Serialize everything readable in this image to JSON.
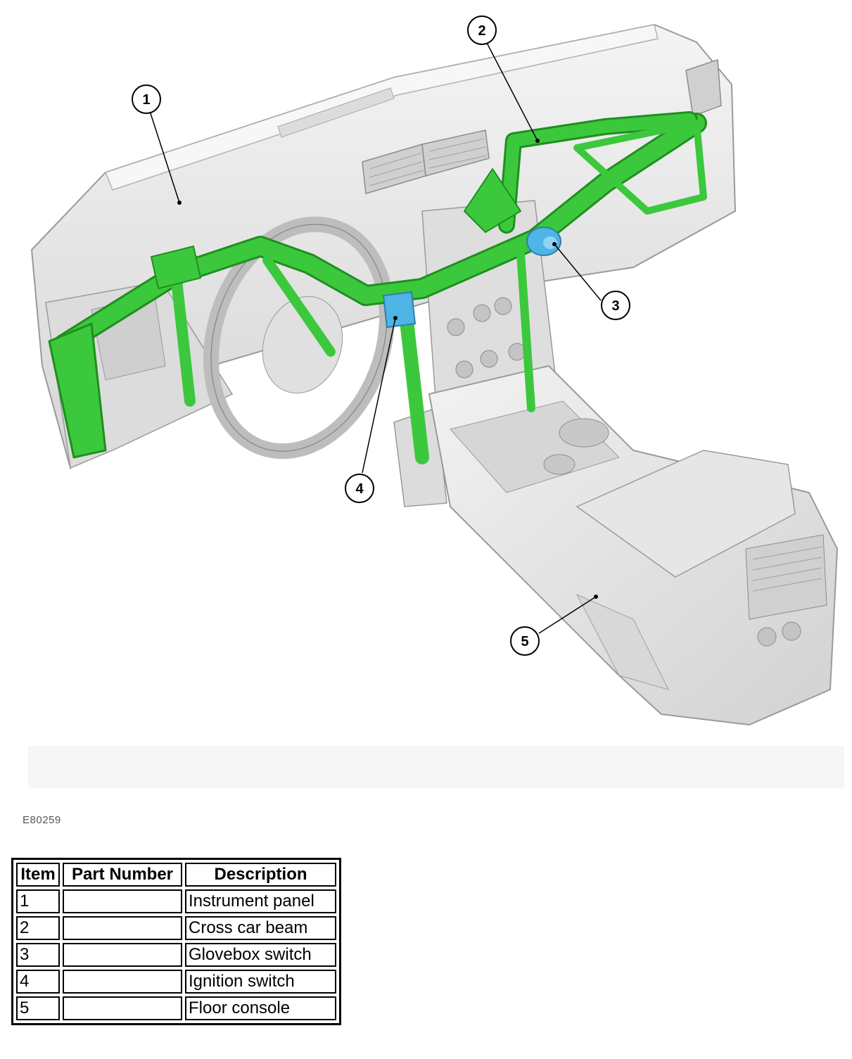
{
  "figure_id": "E80259",
  "callouts": [
    "1",
    "2",
    "3",
    "4",
    "5"
  ],
  "legend": {
    "headers": [
      "Item",
      "Part Number",
      "Description"
    ],
    "rows": [
      {
        "item": "1",
        "part_number": "",
        "description": "Instrument panel"
      },
      {
        "item": "2",
        "part_number": "",
        "description": "Cross car beam"
      },
      {
        "item": "3",
        "part_number": "",
        "description": "Glovebox switch"
      },
      {
        "item": "4",
        "part_number": "",
        "description": "Ignition switch"
      },
      {
        "item": "5",
        "part_number": "",
        "description": "Floor console"
      }
    ]
  },
  "colors": {
    "panel_fill": "#e8e8e8",
    "panel_stroke": "#9a9a9a",
    "beam": "#3cc83c",
    "beam_dark": "#1f8f1f",
    "switch": "#4fb4e6"
  }
}
